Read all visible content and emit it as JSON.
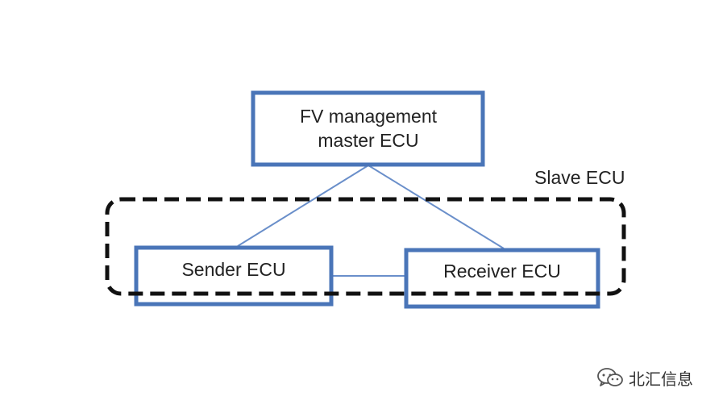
{
  "diagram": {
    "master_node": {
      "line1": "FV management",
      "line2": "master ECU"
    },
    "group_label": "Slave ECU",
    "sender_node": "Sender ECU",
    "receiver_node": "Receiver ECU",
    "colors": {
      "box_border": "#4a75b8",
      "connector": "#6a8fca",
      "group_border": "#111111",
      "text": "#222222"
    }
  },
  "watermark": {
    "text": "北汇信息",
    "icon": "wechat-icon"
  }
}
